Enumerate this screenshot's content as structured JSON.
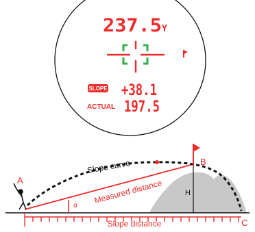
{
  "display": {
    "distance_value": "237.5",
    "distance_unit": "Y",
    "slope_badge": "SLOPE",
    "slope_value": "+38.1",
    "actual_label": "ACTUAL",
    "actual_value": "197.5"
  },
  "diagram": {
    "point_a": "A",
    "point_b": "B",
    "point_c": "C",
    "curve_label": "Slope curve",
    "measured_label": "Measured distance",
    "slope_distance_label": "Slope distance",
    "height_label": "H",
    "angle_label": "α"
  },
  "colors": {
    "display_red": "#ee2a2a",
    "reticle_green": "#33b04a",
    "hill_gray": "#c8c8c8",
    "line_black": "#111111"
  }
}
